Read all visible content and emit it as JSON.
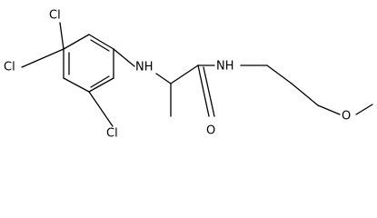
{
  "molecule": {
    "atoms": {
      "cl_top": "Cl",
      "cl_left": "Cl",
      "cl_bottom": "Cl",
      "nh_amine": "NH",
      "nh_amide": "NH",
      "o_carbonyl": "O",
      "o_ether": "O"
    }
  }
}
